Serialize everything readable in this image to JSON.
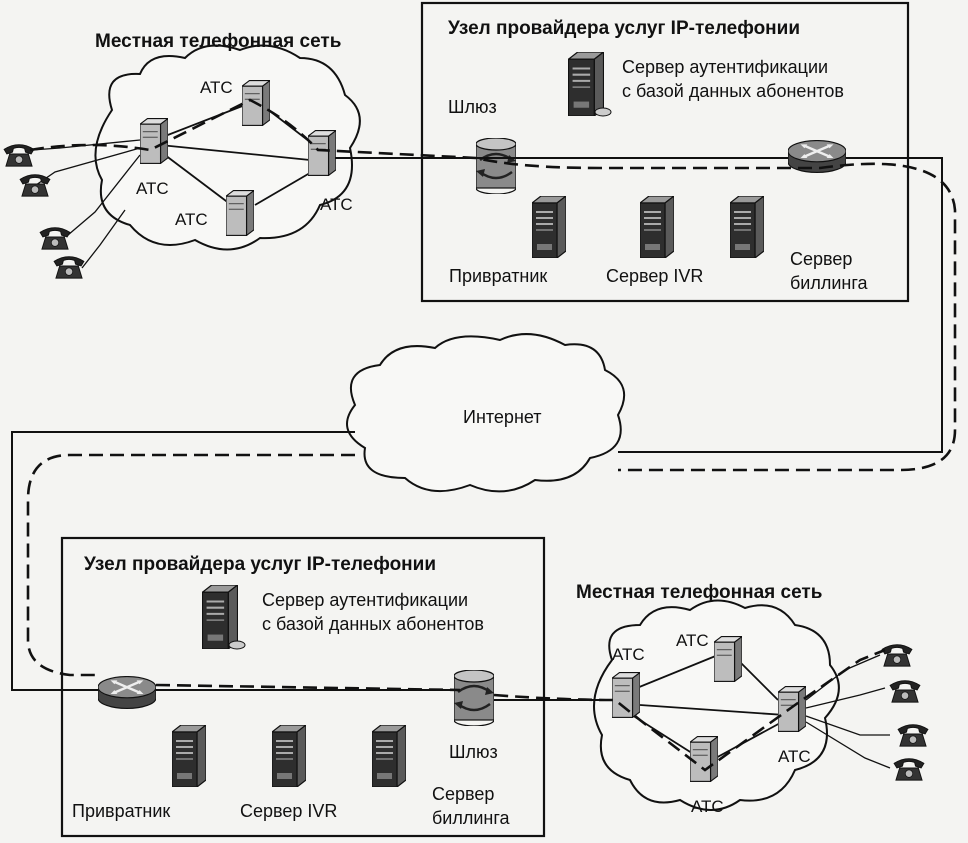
{
  "top_local_network": {
    "title": "Местная телефонная сеть",
    "atc_label": "АТС"
  },
  "top_provider_node": {
    "title": "Узел провайдера услуг IP-телефонии",
    "auth_server_line1": "Сервер аутентификации",
    "auth_server_line2": "с базой данных абонентов",
    "gateway": "Шлюз",
    "gatekeeper": "Привратник",
    "ivr_server": "Сервер IVR",
    "billing_line1": "Сервер",
    "billing_line2": "биллинга"
  },
  "internet": {
    "label": "Интернет"
  },
  "bottom_provider_node": {
    "title": "Узел провайдера услуг IP-телефонии",
    "auth_server_line1": "Сервер аутентификации",
    "auth_server_line2": "с базой данных абонентов",
    "gateway": "Шлюз",
    "gatekeeper": "Привратник",
    "ivr_server": "Сервер IVR",
    "billing_line1": "Сервер",
    "billing_line2": "биллинга"
  },
  "bottom_local_network": {
    "title": "Местная телефонная сеть",
    "atc_label": "АТС"
  },
  "colors": {
    "ink": "#111111",
    "paper": "#f4f4f2",
    "device_fill": "#cfcfcf",
    "device_dark": "#4a4a4a"
  }
}
